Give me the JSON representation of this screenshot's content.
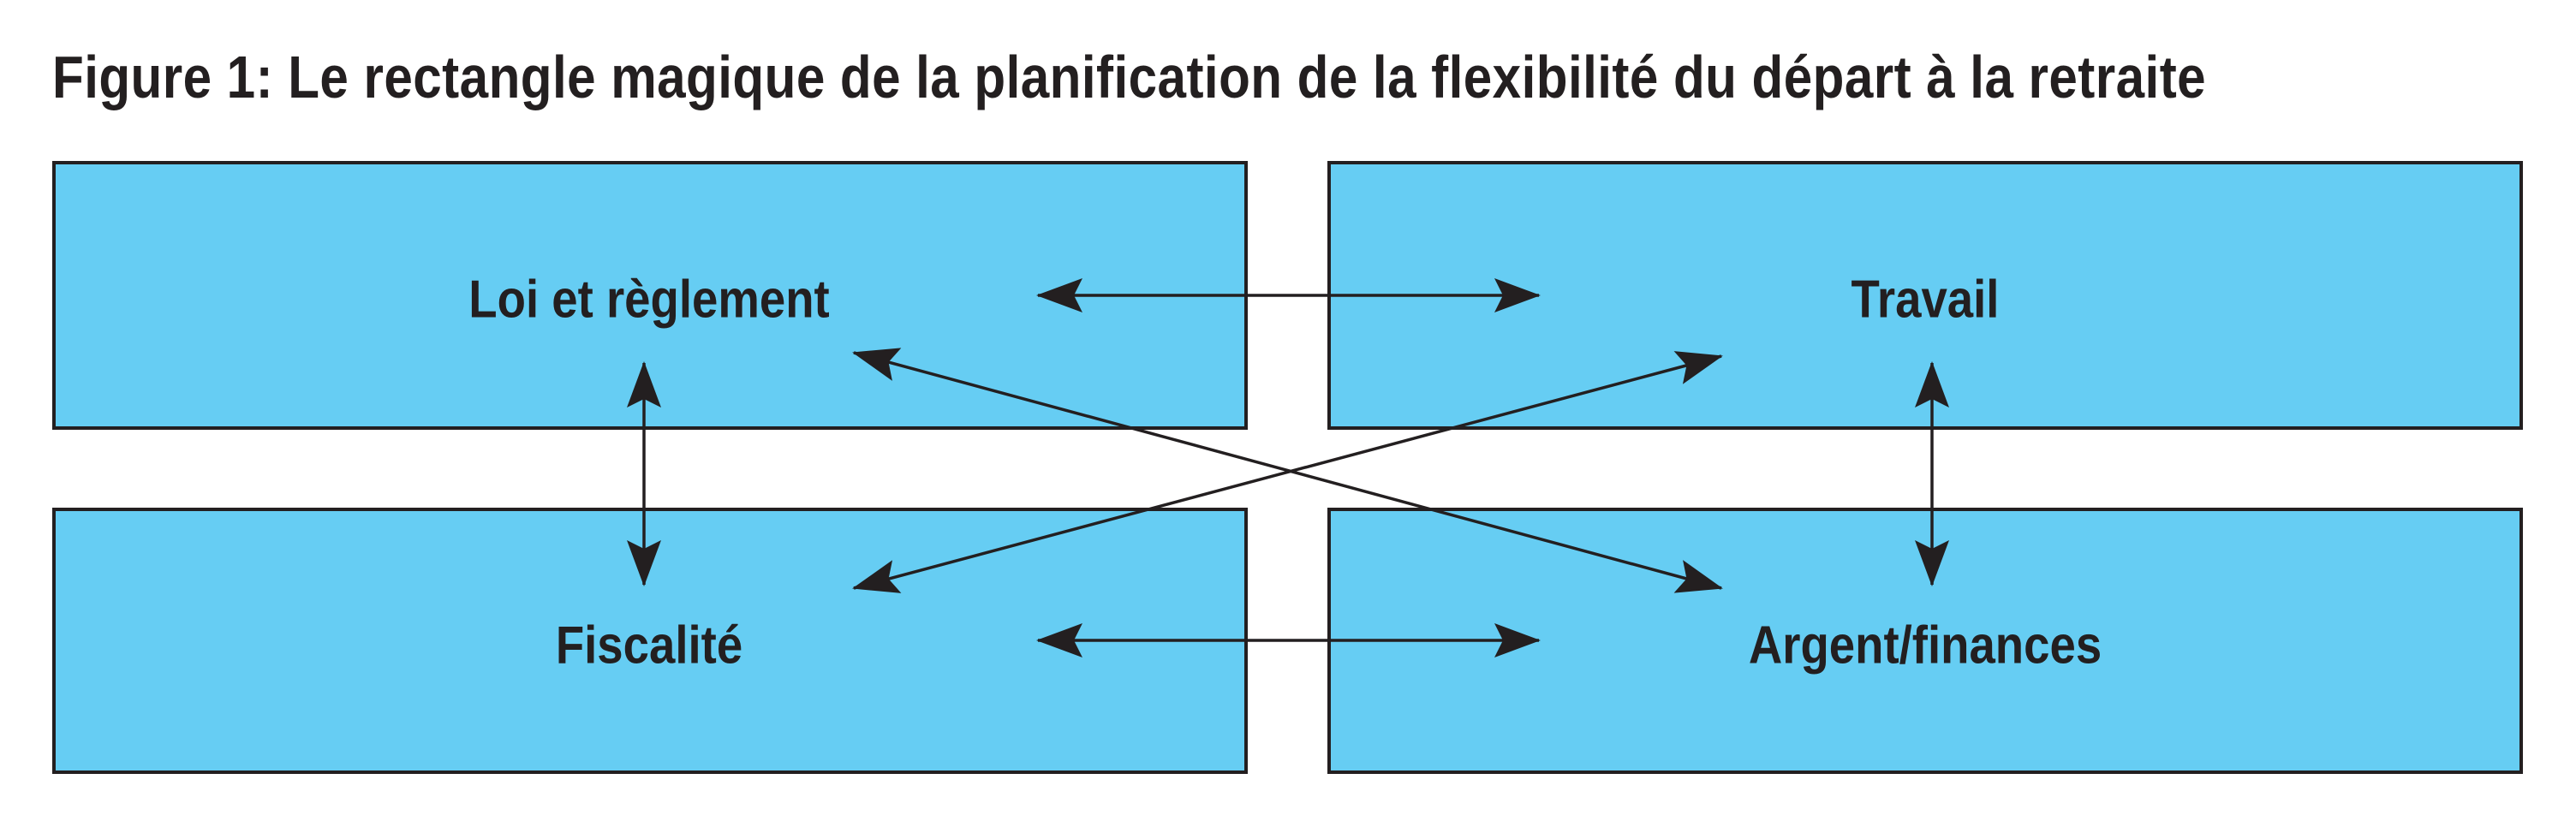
{
  "title": "Figure 1: Le rectangle magique de la planification de la flexibilité du départ à la retraite",
  "boxes": {
    "top_left": "Loi et règlement",
    "top_right": "Travail",
    "bottom_left": "Fiscalité",
    "bottom_right": "Argent/finances"
  },
  "colors": {
    "box_fill": "#66cdf3",
    "stroke": "#231f20"
  },
  "connections": [
    [
      "Loi et règlement",
      "Travail"
    ],
    [
      "Fiscalité",
      "Argent/finances"
    ],
    [
      "Loi et règlement",
      "Fiscalité"
    ],
    [
      "Travail",
      "Argent/finances"
    ],
    [
      "Loi et règlement",
      "Argent/finances"
    ],
    [
      "Travail",
      "Fiscalité"
    ]
  ]
}
